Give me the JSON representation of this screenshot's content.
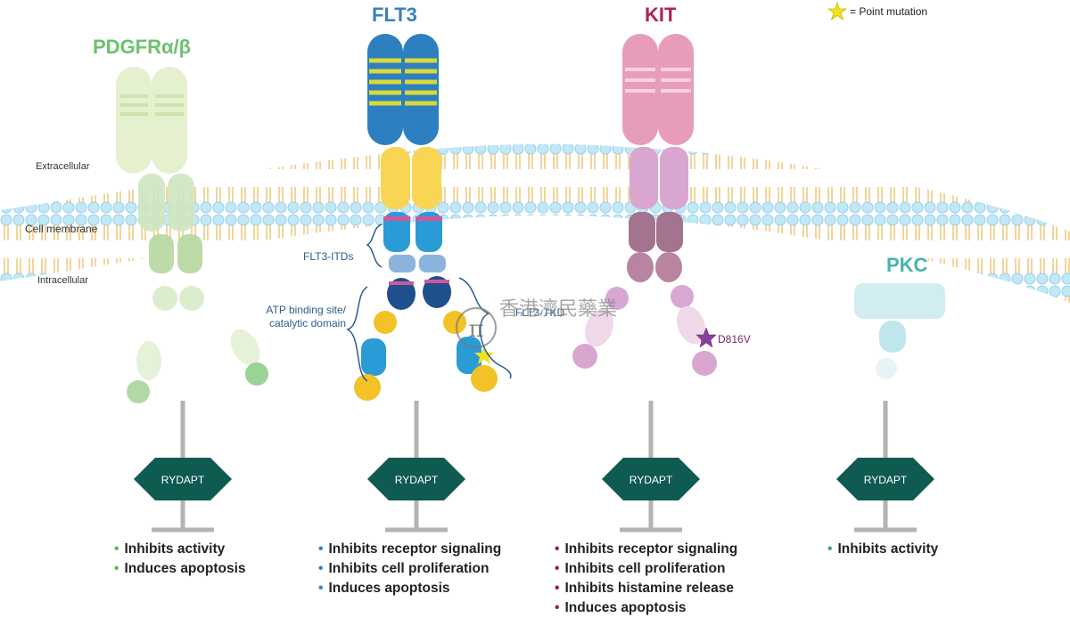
{
  "legend": {
    "text": "= Point mutation",
    "icon": "star-icon",
    "color": "#f2e21b"
  },
  "membrane": {
    "extracellular": "Extracellular",
    "cell_membrane": "Cell membrane",
    "intracellular": "Intracellular"
  },
  "receptors": [
    {
      "title": "PDGFRα/β",
      "color": "#6cc16f"
    },
    {
      "title": "FLT3",
      "color": "#3b7fc0"
    },
    {
      "title": "KIT",
      "color": "#b0205b"
    },
    {
      "title": "PKC",
      "color": "#48b3ad"
    }
  ],
  "flt3_notes": {
    "itds": "FLT3-ITDs",
    "atp_line1": "ATP binding site/",
    "atp_line2": "catalytic domain",
    "tkd": "FLT3-TKD"
  },
  "kit_mutation": "D816V",
  "drug": {
    "label": "RYDAPT",
    "color": "#0f5a51"
  },
  "effects": {
    "pdgfr": [
      "Inhibits activity",
      "Induces apoptosis"
    ],
    "flt3": [
      "Inhibits receptor signaling",
      "Inhibits cell proliferation",
      "Induces apoptosis"
    ],
    "kit": [
      "Inhibits receptor signaling",
      "Inhibits cell proliferation",
      "Inhibits histamine release",
      "Induces apoptosis"
    ],
    "pkc": [
      "Inhibits activity"
    ]
  },
  "watermark": {
    "icon": "pi-logo-icon",
    "text": "香港濟民藥業"
  }
}
